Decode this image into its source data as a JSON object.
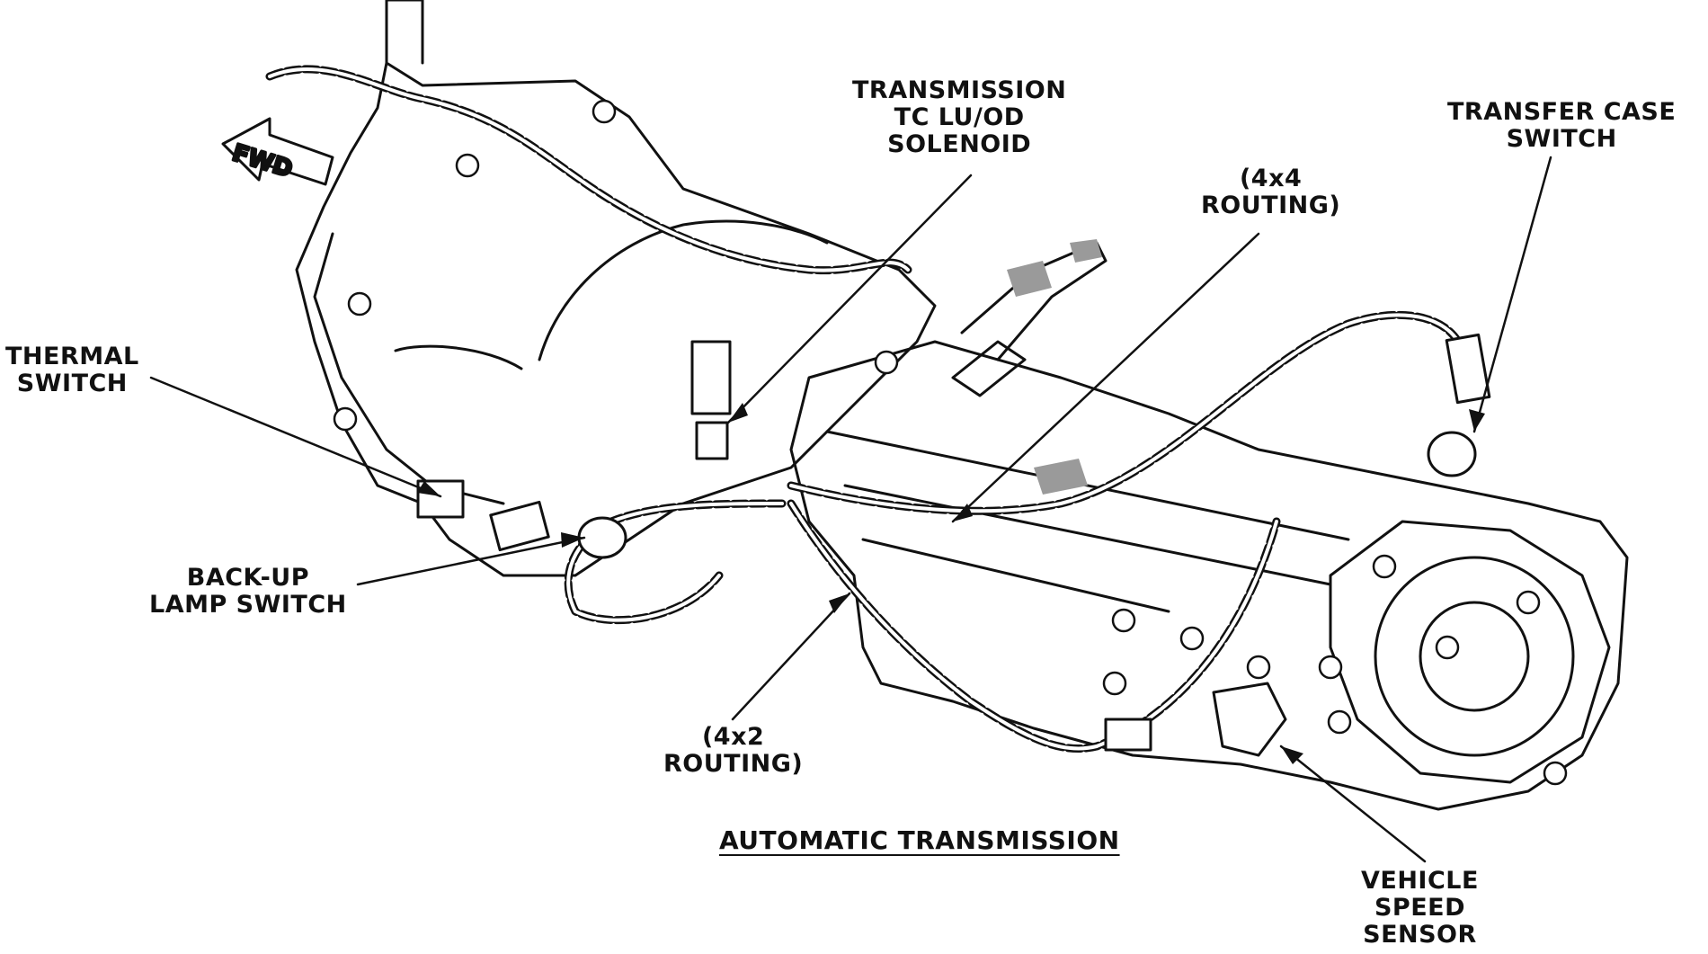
{
  "caption": "AUTOMATIC TRANSMISSION",
  "fwd_arrow": {
    "label": "FWD",
    "icon": "forward-arrow-icon"
  },
  "labels": {
    "transmission_solenoid": [
      "TRANSMISSION",
      "TC LU/OD",
      "SOLENOID"
    ],
    "transfer_case_switch": [
      "TRANSFER CASE",
      "SWITCH"
    ],
    "routing_4x4": [
      "(4x4",
      "ROUTING)"
    ],
    "thermal_switch": [
      "THERMAL",
      "SWITCH"
    ],
    "backup_lamp_switch": [
      "BACK-UP",
      "LAMP SWITCH"
    ],
    "routing_4x2": [
      "(4x2",
      "ROUTING)"
    ],
    "vehicle_speed_sensor": [
      "VEHICLE",
      "SPEED",
      "SENSOR"
    ]
  },
  "colors": {
    "ink": "#111111",
    "paper": "#ffffff",
    "shade": "#9a9a9a"
  }
}
